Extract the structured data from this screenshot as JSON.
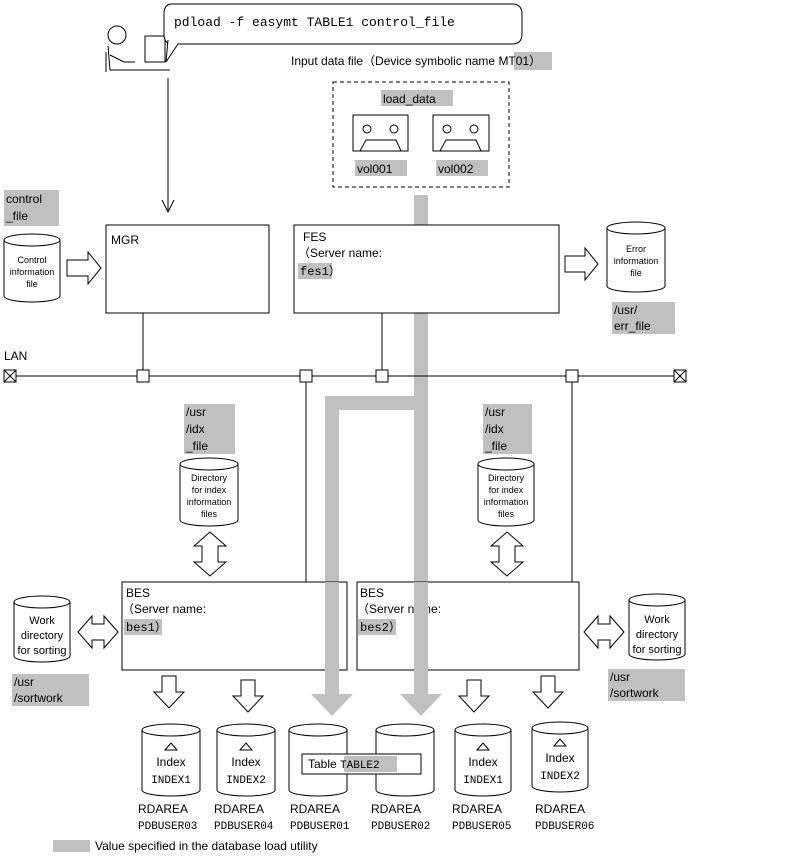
{
  "command": "pdload -f easymt TABLE1 control_file",
  "input_data_file": {
    "caption_prefix": "Input data file（Device symbolic name ",
    "device_name": "MT01",
    "caption_suffix": "）",
    "group_label": "load_data",
    "volumes": [
      "vol001",
      "vol002"
    ]
  },
  "control_file": {
    "label_line1": "control",
    "label_line2": "_file",
    "cylinder_lines": [
      "Control",
      "information",
      "file"
    ]
  },
  "mgr": {
    "label": "MGR"
  },
  "fes": {
    "label": "FES",
    "server_caption": "（Server name:",
    "server_name": "fes1",
    "close": "）"
  },
  "error_file": {
    "cylinder_lines": [
      "Error",
      "information",
      "file"
    ],
    "path_line1": "/usr/",
    "path_line2": "err_file"
  },
  "lan": {
    "label": "LAN"
  },
  "index_dirs": [
    {
      "path_lines": [
        "/usr",
        "/idx",
        "_file"
      ],
      "cylinder_lines": [
        "Directory",
        "for index",
        "information",
        "files"
      ]
    },
    {
      "path_lines": [
        "/usr",
        "/idx",
        "_file"
      ],
      "cylinder_lines": [
        "Directory",
        "for index",
        "information",
        "files"
      ]
    }
  ],
  "bes": [
    {
      "label": "BES",
      "server_caption": "（Server name:",
      "server_name": "bes1",
      "close": "）"
    },
    {
      "label": "BES",
      "server_caption": "（Server name:",
      "server_name": "bes2",
      "close": "）"
    }
  ],
  "work_dirs": [
    {
      "cylinder_lines": [
        "Work",
        "directory",
        "for sorting"
      ],
      "path_lines": [
        "/usr",
        "/sortwork"
      ]
    },
    {
      "cylinder_lines": [
        "Work",
        "directory",
        "for sorting"
      ],
      "path_lines": [
        "/usr",
        "/sortwork"
      ]
    }
  ],
  "rdareas": [
    {
      "label": "Index",
      "name": "INDEX1",
      "rdarea": "RDAREA",
      "rdarea_name": "PDBUSER03"
    },
    {
      "label": "Index",
      "name": "INDEX2",
      "rdarea": "RDAREA",
      "rdarea_name": "PDBUSER04"
    },
    {
      "label": "",
      "name": "",
      "rdarea": "RDAREA",
      "rdarea_name": "PDBUSER01"
    },
    {
      "label": "",
      "name": "",
      "rdarea": "RDAREA",
      "rdarea_name": "PDBUSER02"
    },
    {
      "label": "Index",
      "name": "INDEX1",
      "rdarea": "RDAREA",
      "rdarea_name": "PDBUSER05"
    },
    {
      "label": "Index",
      "name": "INDEX2",
      "rdarea": "RDAREA",
      "rdarea_name": "PDBUSER06"
    }
  ],
  "table": {
    "prefix": "Table ",
    "name": "TABLE2"
  },
  "legend": {
    "text": "Value specified in the database load utility"
  },
  "colors": {
    "highlight": "#c0c0c0",
    "data_flow": "#c0c0c0",
    "line": "#000000"
  }
}
